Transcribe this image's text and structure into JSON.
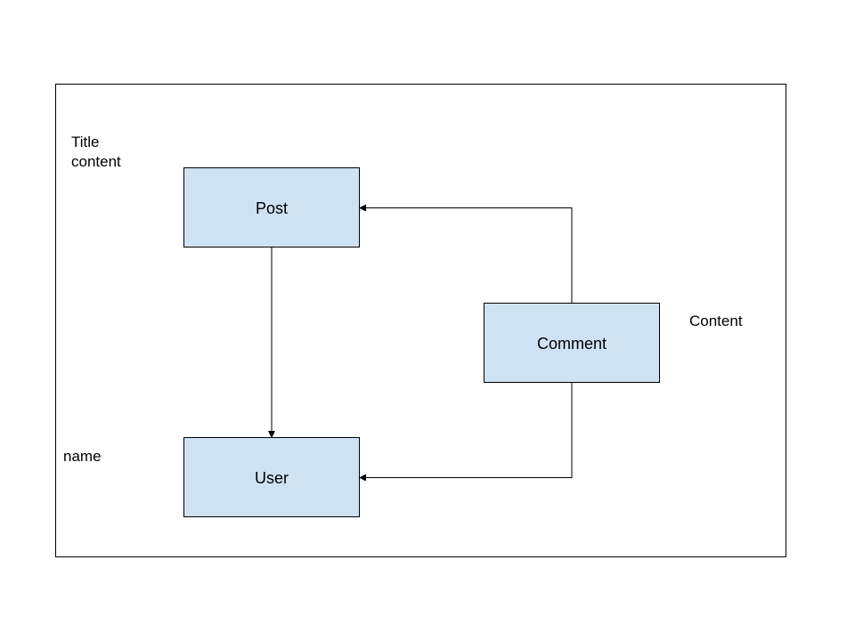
{
  "diagram": {
    "entities": {
      "post": {
        "label": "Post",
        "fill": "#cfe2f3"
      },
      "comment": {
        "label": "Comment",
        "fill": "#cfe2f3"
      },
      "user": {
        "label": "User",
        "fill": "#cfe2f3"
      }
    },
    "attributes": {
      "post": [
        "Title",
        "content"
      ],
      "comment": [
        "Content"
      ],
      "user": [
        "name"
      ]
    },
    "relationships": [
      {
        "from": "comment",
        "to": "post"
      },
      {
        "from": "comment",
        "to": "user"
      },
      {
        "from": "post",
        "to": "user"
      }
    ],
    "colors": {
      "stroke": "#000000",
      "background": "#ffffff"
    }
  }
}
